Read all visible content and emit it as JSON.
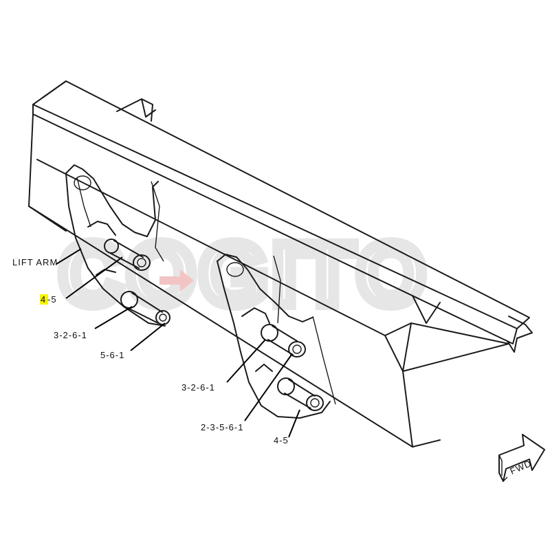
{
  "watermark": "COGITO",
  "labels": {
    "lift_arm": "LIFT ARM",
    "callout_left_top_prefix": "4",
    "callout_left_top_suffix": "-5",
    "callout_left_mid": "3-2-6-1",
    "callout_left_low": "5-6-1",
    "callout_right_mid": "3-2-6-1",
    "callout_right_low": "2-3-5-6-1",
    "callout_right_bottom": "4-5",
    "fwd": "FWD"
  },
  "colors": {
    "highlight": "#f5f500",
    "watermark": "#e6e6e6",
    "watermark_arrow": "#f2c4c4"
  }
}
